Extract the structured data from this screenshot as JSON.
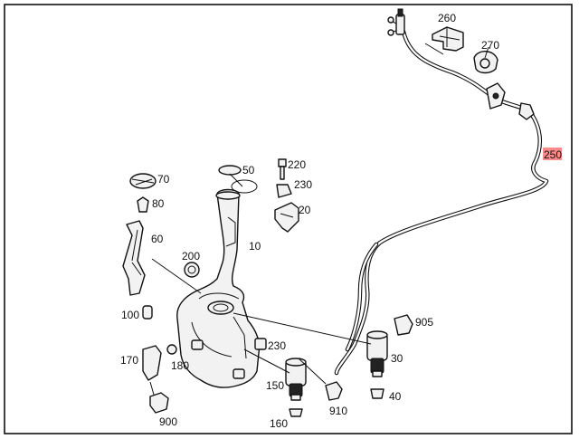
{
  "colors": {
    "background": "#ffffff",
    "line": "#111111",
    "highlight": "#ff8a8a"
  },
  "highlighted_label": "250",
  "labels": [
    {
      "id": "lbl-10",
      "text": "10"
    },
    {
      "id": "lbl-20",
      "text": "20"
    },
    {
      "id": "lbl-30",
      "text": "30"
    },
    {
      "id": "lbl-40",
      "text": "40"
    },
    {
      "id": "lbl-50",
      "text": "50"
    },
    {
      "id": "lbl-60",
      "text": "60"
    },
    {
      "id": "lbl-70",
      "text": "70"
    },
    {
      "id": "lbl-80",
      "text": "80"
    },
    {
      "id": "lbl-100",
      "text": "100"
    },
    {
      "id": "lbl-150",
      "text": "150"
    },
    {
      "id": "lbl-160",
      "text": "160"
    },
    {
      "id": "lbl-170",
      "text": "170"
    },
    {
      "id": "lbl-180",
      "text": "180"
    },
    {
      "id": "lbl-200",
      "text": "200"
    },
    {
      "id": "lbl-220",
      "text": "220"
    },
    {
      "id": "lbl-230a",
      "text": "230"
    },
    {
      "id": "lbl-230b",
      "text": "230"
    },
    {
      "id": "lbl-250",
      "text": "250"
    },
    {
      "id": "lbl-260",
      "text": "260"
    },
    {
      "id": "lbl-270",
      "text": "270"
    },
    {
      "id": "lbl-900",
      "text": "900"
    },
    {
      "id": "lbl-905",
      "text": "905"
    },
    {
      "id": "lbl-910",
      "text": "910"
    }
  ]
}
